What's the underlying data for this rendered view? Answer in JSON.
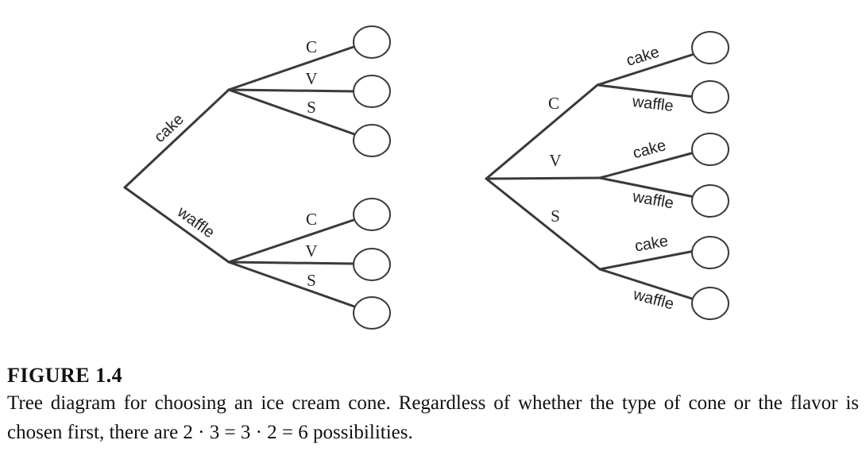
{
  "tree_left": {
    "branch_top": "cake",
    "branch_bottom": "waffle",
    "top_flavors": [
      "C",
      "V",
      "S"
    ],
    "bottom_flavors": [
      "C",
      "V",
      "S"
    ]
  },
  "tree_right": {
    "branch_top": "C",
    "branch_mid": "V",
    "branch_bottom": "S",
    "leaf_labels": [
      "cake",
      "waffle",
      "cake",
      "waffle",
      "cake",
      "waffle"
    ]
  },
  "caption": {
    "label": "FIGURE 1.4",
    "text": "Tree diagram for choosing an ice cream cone. Regardless of whether the type of cone or the flavor is chosen first, there are 2 · 3 = 3 · 2 = 6 possibilities."
  }
}
